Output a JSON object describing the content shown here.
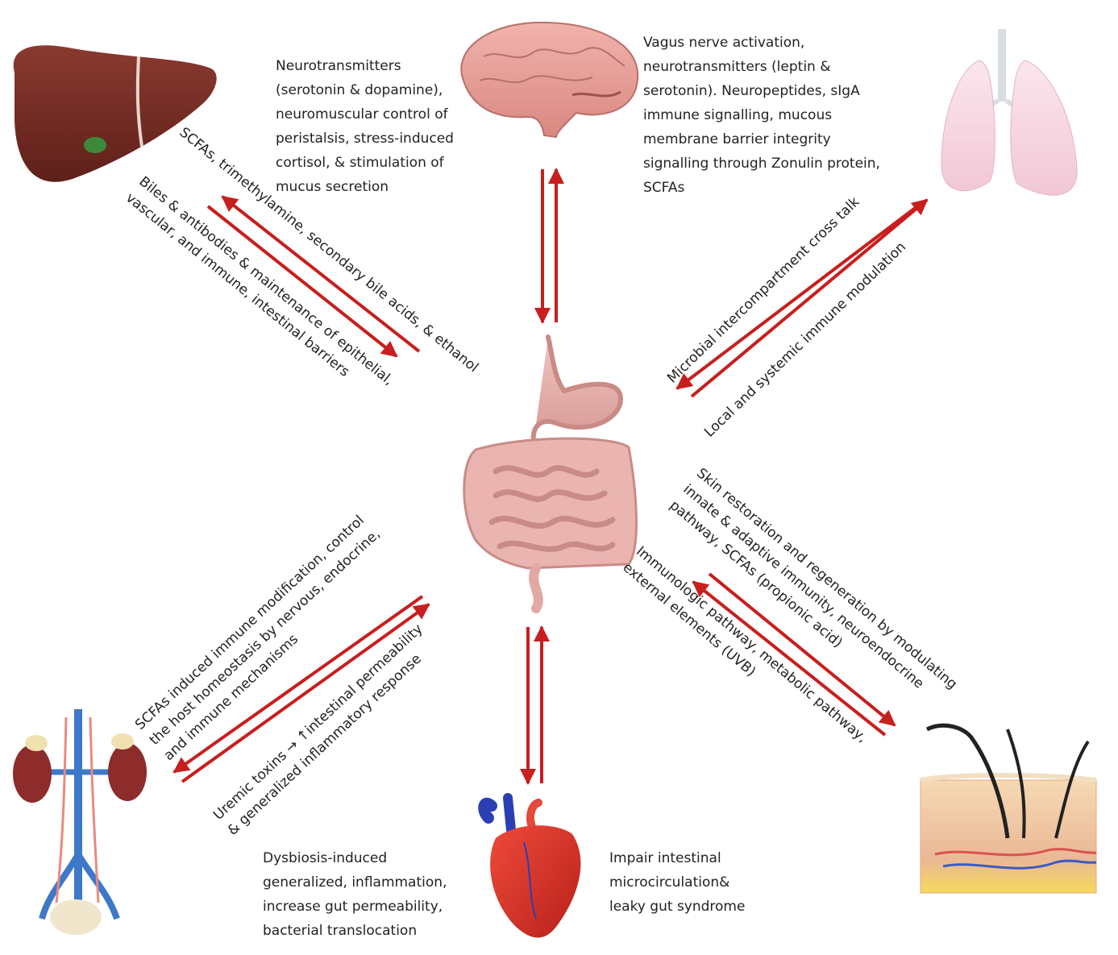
{
  "colors": {
    "arrow": "#c81e1e",
    "text": "#222222"
  },
  "organs": {
    "brain": "brain-icon",
    "liver": "liver-icon",
    "lungs": "lungs-icon",
    "gut": "intestines-icon",
    "kidney": "kidney-icon",
    "heart": "heart-icon",
    "skin": "skin-icon"
  },
  "labels": {
    "brain_left": [
      "Neurotransmitters",
      "(serotonin & dopamine),",
      "neuromuscular control of",
      "peristalsis, stress-induced",
      "cortisol, & stimulation of",
      "mucus secretion"
    ],
    "brain_right": [
      "Vagus nerve activation,",
      "neurotransmitters (leptin &",
      "serotonin). Neuropeptides, sIgA",
      "immune signalling, mucous",
      "membrane barrier integrity",
      "signalling through Zonulin protein,",
      "SCFAs"
    ],
    "liver_upper": [
      "SCFAs, trimethylamine, secondary bile acids, & ethanol"
    ],
    "liver_lower": [
      "Biles & antibodies & maintenance of epithelial,",
      "vascular, and immune, intestinal barriers"
    ],
    "lung_upper": [
      "Microbial intercompartment cross talk"
    ],
    "lung_lower": [
      "Local and systemic immune modulation"
    ],
    "kidney_upper": [
      "SCFAs induced immune modification, control",
      "the host homeostasis by nervous, endocrine,",
      "and immune mechanisms"
    ],
    "kidney_lower": [
      "Uremic toxins → ↑intestinal permeability",
      "& generalized inflammatory response"
    ],
    "skin_upper": [
      "Skin restoration and regeneration by modulating",
      "innate & adaptive immunity, neuroendocrine",
      "pathway, SCFAs (propionic acid)"
    ],
    "skin_lower": [
      "Immunologic pathway, metabolic pathway,",
      "external elements (UVB)"
    ],
    "heart_left": [
      "Dysbiosis-induced",
      "generalized, inflammation,",
      "increase gut permeability,",
      "bacterial translocation"
    ],
    "heart_right": [
      "Impair intestinal",
      "microcirculation&",
      "leaky gut syndrome"
    ]
  }
}
